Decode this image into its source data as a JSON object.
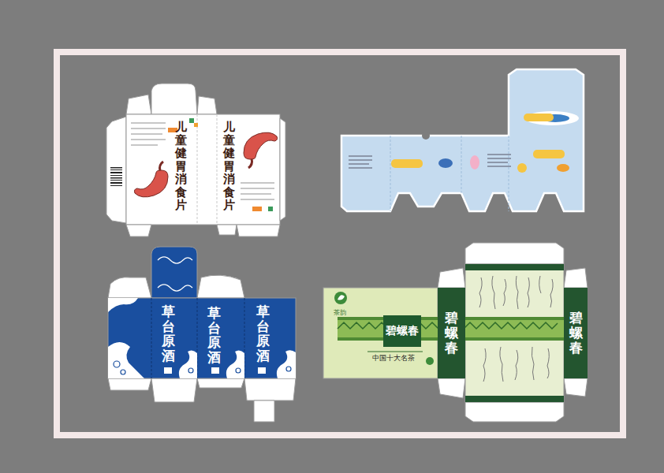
{
  "diagram": {
    "nodes": [
      {
        "text": [
          "儿童健胃消食片",
          "儿童健胃消食片"
        ]
      },
      {
        "text": [
          "草台原酒",
          "草台原酒",
          "草台原酒"
        ]
      },
      {
        "text": [
          "茶韵",
          "中国十大名茶"
        ]
      },
      {
        "text": [
          "碧螺春"
        ],
        "in": 2
      },
      {
        "text": [
          "碧螺春"
        ],
        "in": 2
      },
      {
        "text": [
          "碧螺春"
        ],
        "in": 2
      }
    ]
  }
}
